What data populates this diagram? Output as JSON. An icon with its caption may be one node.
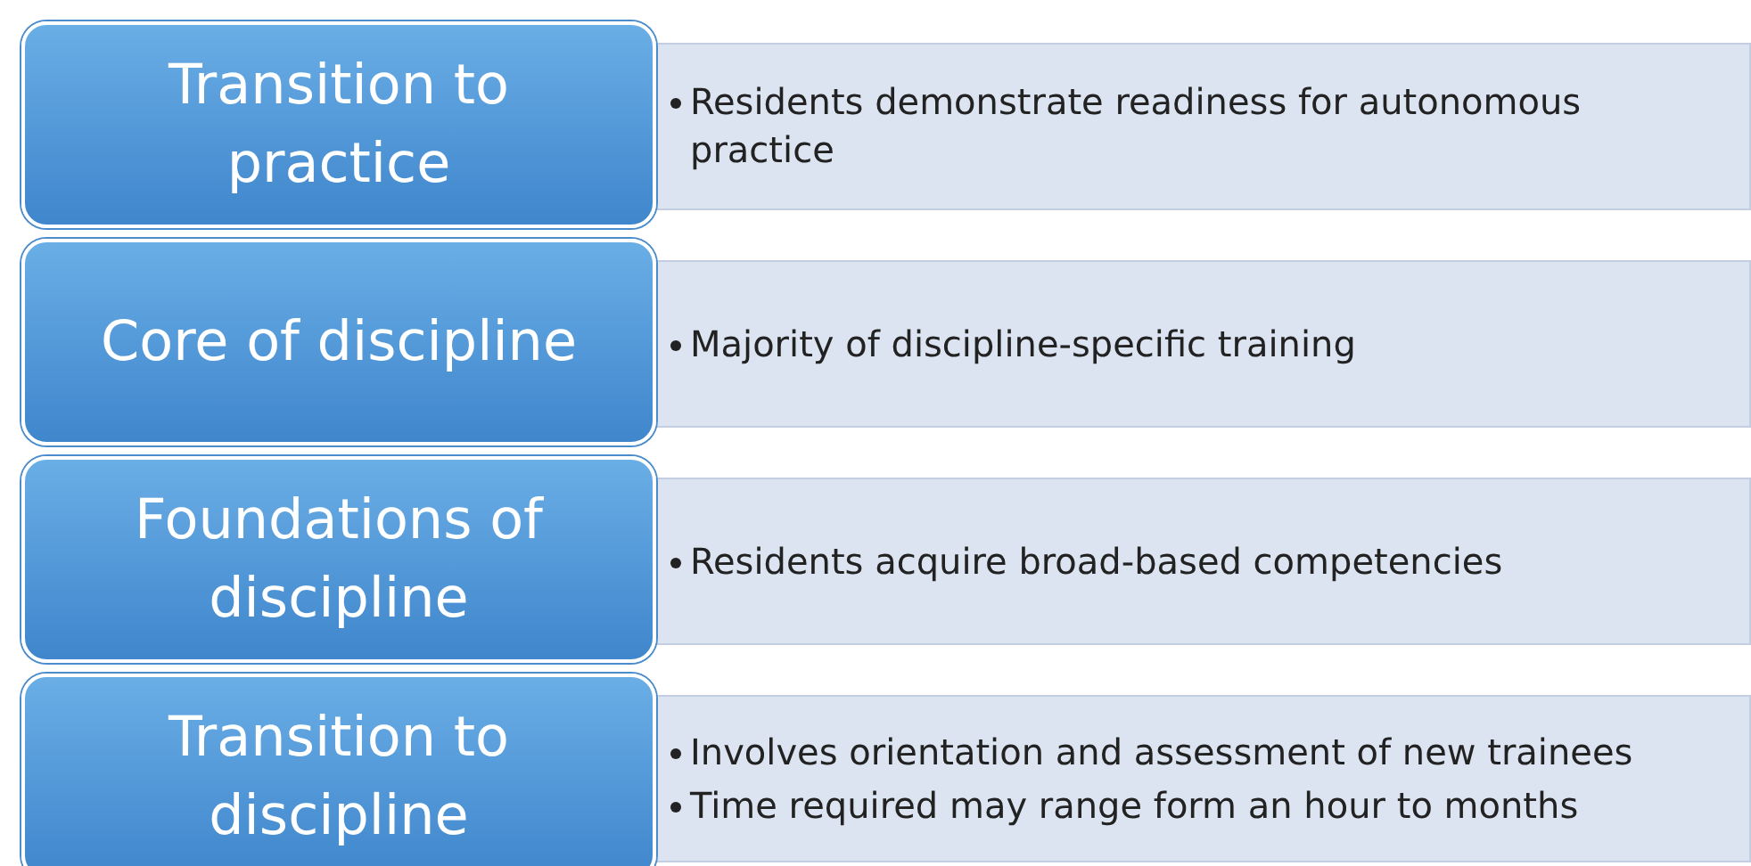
{
  "diagram": {
    "nodes": [
      {
        "text": [
          "Transition to practice"
        ]
      },
      {
        "text": [
          "Residents demonstrate readiness for autonomous practice"
        ]
      },
      {
        "text": [
          "Core of discipline"
        ]
      },
      {
        "text": [
          "Majority of discipline-specific training"
        ]
      },
      {
        "text": [
          "Foundations of discipline"
        ]
      },
      {
        "text": [
          "Residents acquire broad-based competencies"
        ]
      },
      {
        "text": [
          "Transition to discipline"
        ]
      },
      {
        "text": [
          "Involves orientation and assessment of new trainees",
          "Time required may range form an hour to months"
        ]
      }
    ]
  }
}
